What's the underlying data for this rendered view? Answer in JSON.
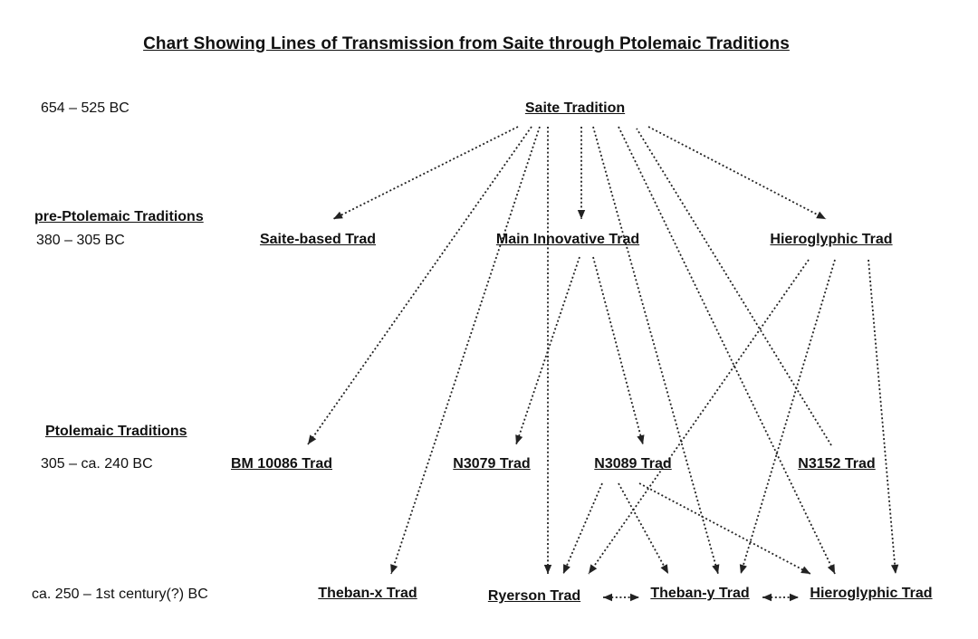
{
  "title": "Chart Showing Lines of Transmission from Saite through Ptolemaic Traditions",
  "periods": {
    "saite": "654 – 525 BC",
    "pre_ptolemaic": "380 – 305 BC",
    "ptolemaic": "305 – ca. 240 BC",
    "late": "ca. 250 – 1st century(?) BC"
  },
  "group_labels": {
    "pre_ptolemaic": "pre-Ptolemaic Traditions",
    "ptolemaic": "Ptolemaic Traditions"
  },
  "nodes": {
    "saite": "Saite Tradition",
    "saite_based": "Saite-based Trad",
    "main_innovative": "Main Innovative Trad",
    "hieroglyphic_pre": "Hieroglyphic Trad",
    "bm10086": "BM 10086 Trad",
    "n3079": "N3079 Trad",
    "n3089": "N3089 Trad",
    "n3152": "N3152 Trad",
    "theban_x": "Theban-x Trad",
    "ryerson": "Ryerson Trad",
    "theban_y": "Theban-y Trad",
    "hieroglyphic_late": "Hieroglyphic Trad"
  },
  "edges": [
    {
      "from": "saite",
      "to": "saite_based",
      "type": "directed"
    },
    {
      "from": "saite",
      "to": "main_innovative",
      "type": "directed"
    },
    {
      "from": "saite",
      "to": "hieroglyphic_pre",
      "type": "directed"
    },
    {
      "from": "saite",
      "to": "bm10086",
      "type": "directed"
    },
    {
      "from": "saite",
      "to": "theban_x",
      "type": "directed"
    },
    {
      "from": "saite",
      "to": "ryerson",
      "type": "directed"
    },
    {
      "from": "saite",
      "to": "theban_y",
      "type": "directed"
    },
    {
      "from": "saite",
      "to": "hieroglyphic_late",
      "type": "directed"
    },
    {
      "from": "n3152",
      "to": "saite",
      "type": "directed"
    },
    {
      "from": "main_innovative",
      "to": "n3079",
      "type": "directed"
    },
    {
      "from": "main_innovative",
      "to": "n3089",
      "type": "directed"
    },
    {
      "from": "hieroglyphic_pre",
      "to": "ryerson",
      "type": "directed"
    },
    {
      "from": "hieroglyphic_pre",
      "to": "theban_y",
      "type": "directed"
    },
    {
      "from": "hieroglyphic_pre",
      "to": "hieroglyphic_late",
      "type": "directed"
    },
    {
      "from": "n3089",
      "to": "ryerson",
      "type": "directed"
    },
    {
      "from": "n3089",
      "to": "theban_y",
      "type": "directed"
    },
    {
      "from": "n3089",
      "to": "hieroglyphic_late",
      "type": "directed"
    },
    {
      "from": "ryerson",
      "to": "theban_y",
      "type": "bidirectional"
    },
    {
      "from": "theban_y",
      "to": "hieroglyphic_late",
      "type": "bidirectional"
    }
  ]
}
